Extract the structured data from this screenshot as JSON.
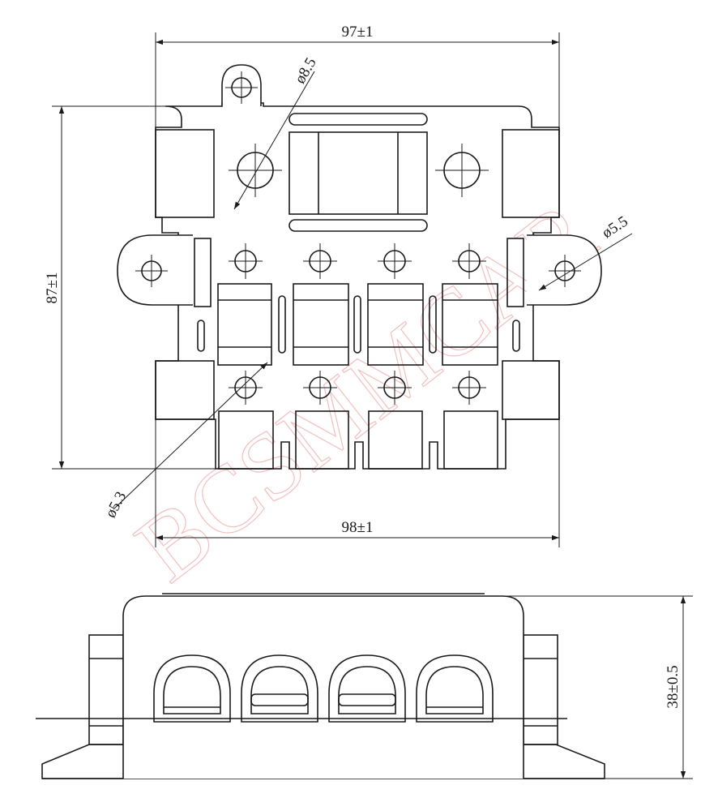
{
  "watermark": {
    "text": "BCSMMCAR",
    "color": "#f2b4b4"
  },
  "dimensions": {
    "top_width": "97±1",
    "bottom_width": "98±1",
    "height": "87±1",
    "depth": "38±0.5",
    "hole_top": "ø8.5",
    "hole_right": "ø5.5",
    "hole_small": "ø5.3"
  },
  "colors": {
    "line": "#1a1a1a",
    "background": "#ffffff"
  }
}
